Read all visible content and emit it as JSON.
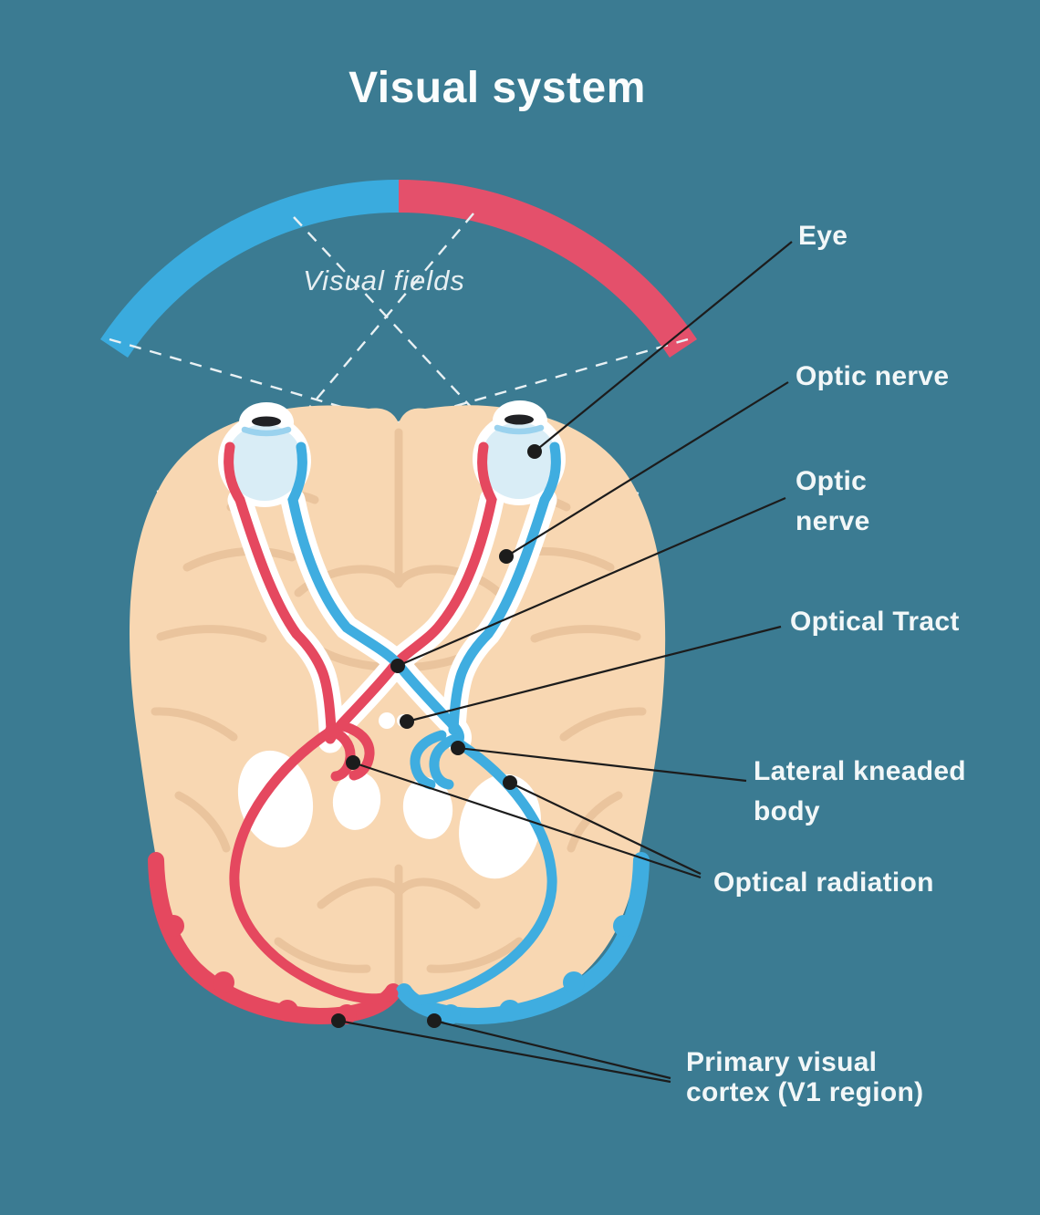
{
  "title": "Visual system",
  "visual_fields": {
    "label": "Visual fields",
    "left_half_color": "#3AABDE",
    "right_half_color": "#E4506B"
  },
  "labels": {
    "eye": "Eye",
    "optic_nerve_upper": "Optic nerve",
    "optic_nerve_lower": {
      "line1": "Optic",
      "line2": "nerve"
    },
    "optical_tract": "Optical Tract",
    "lateral_kneaded_body": {
      "line1": "Lateral kneaded",
      "line2": "body"
    },
    "optical_radiation": "Optical radiation",
    "primary_visual_cortex": {
      "line1": "Primary visual",
      "line2": "cortex (V1 region)"
    }
  },
  "colors": {
    "background": "#3B7B92",
    "brain": "#F8D7B2",
    "sulci": "#EAC49D",
    "nerve_red": "#E5485F",
    "nerve_blue": "#3FADE0",
    "eye_inner": "#D9EDF6",
    "cornea": "#9AD2EE",
    "pupil": "#202124",
    "leader_line": "#1C1C1C",
    "label_text": "#F2F7F8"
  }
}
